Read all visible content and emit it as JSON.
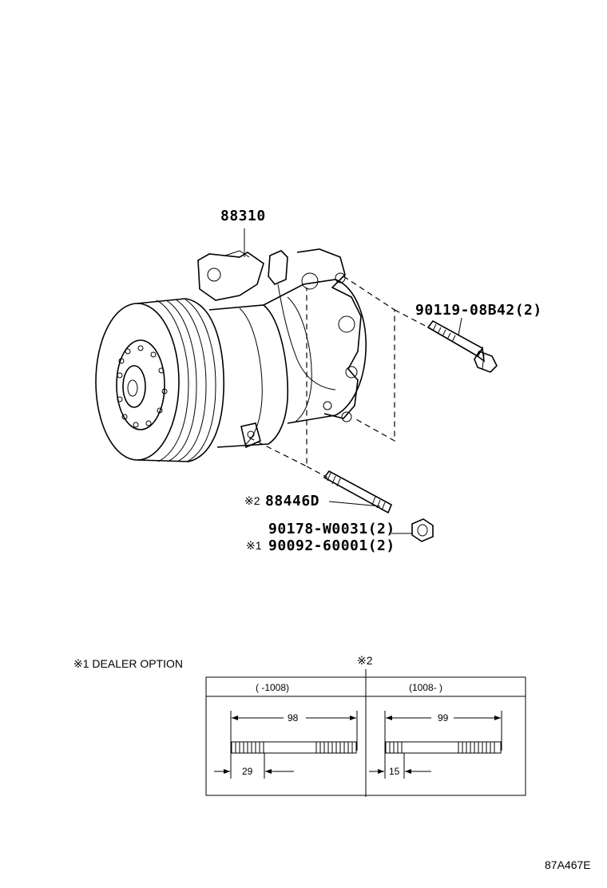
{
  "parts": {
    "compressor": "88310",
    "bolt": "90119-08B42(2)",
    "stud": "88446D",
    "stud_mark": "※2",
    "nut_a": "90178-W0031(2)",
    "nut_b": "90092-60001(2)",
    "nut_b_mark": "※1"
  },
  "notes": {
    "dealer_option": "※1 DEALER OPTION",
    "table_mark": "※2"
  },
  "spec_table": {
    "left": {
      "header": "(    -1008)",
      "length": "98",
      "thread": "29"
    },
    "right": {
      "header": "(1008-    )",
      "length": "99",
      "thread": "15"
    }
  },
  "figure_ref": "87A467E"
}
